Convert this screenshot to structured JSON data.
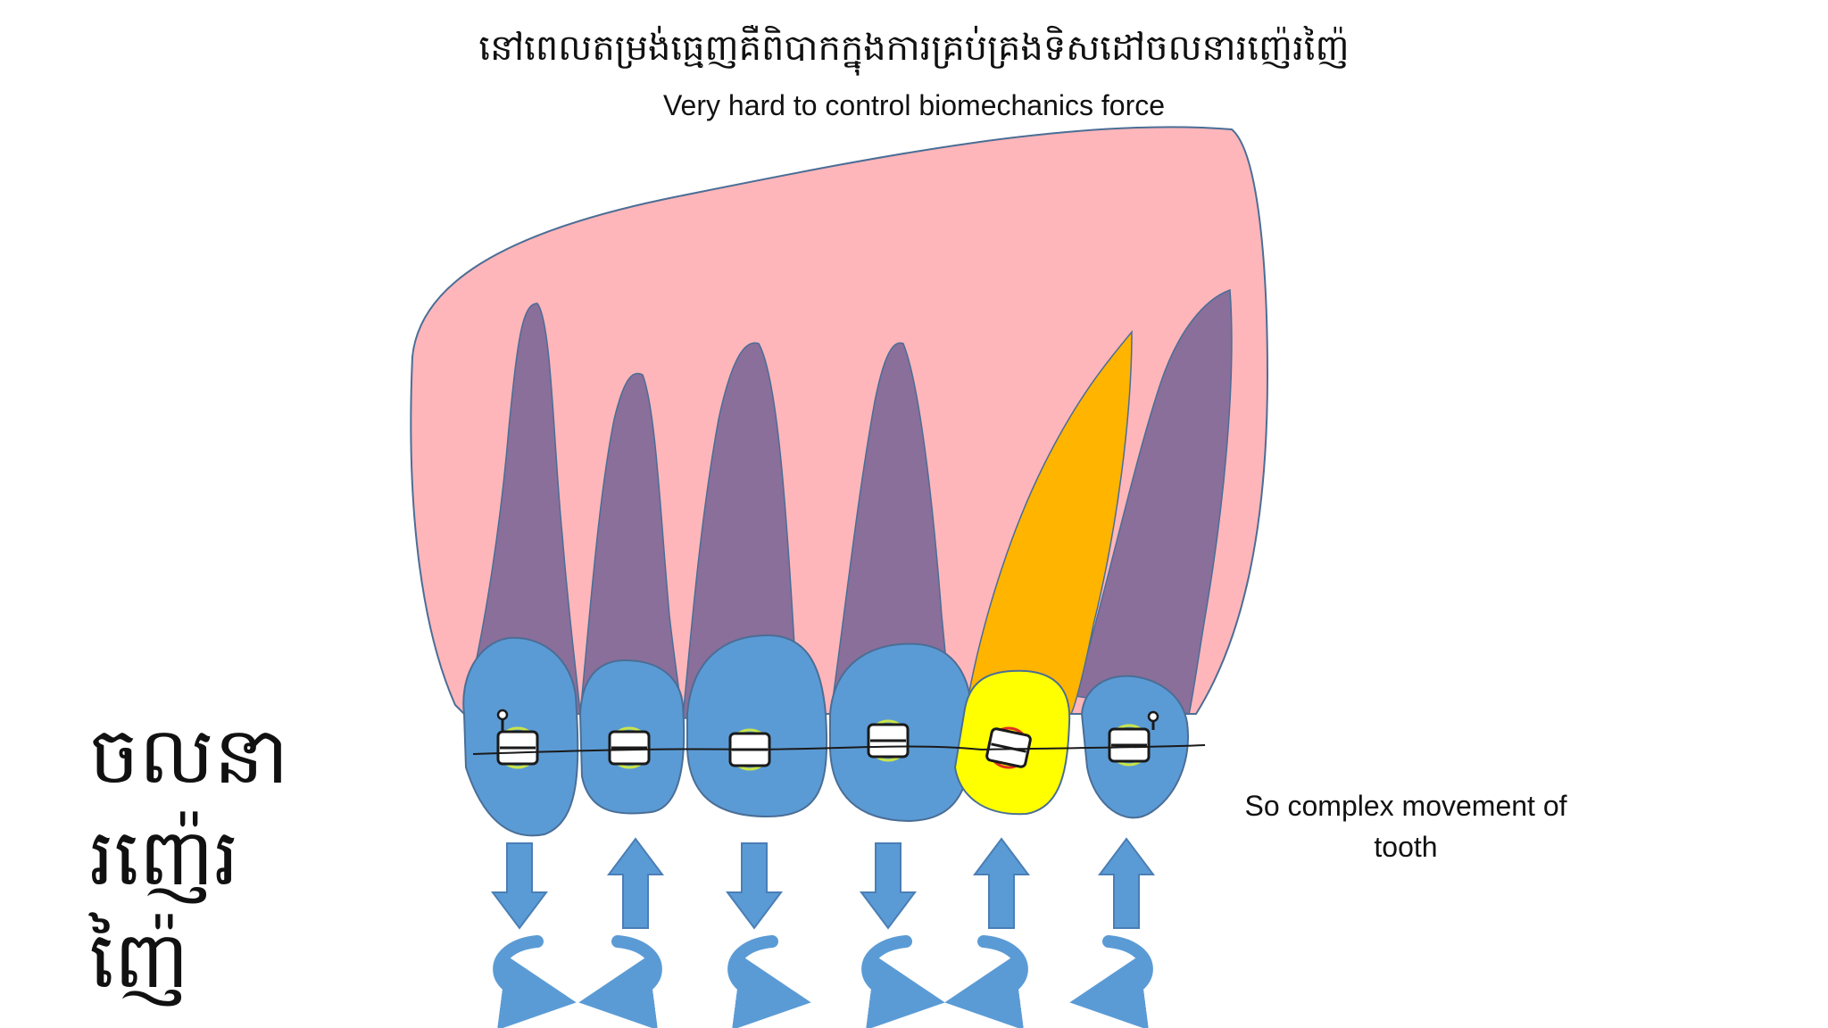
{
  "title_km": "នៅពេលតម្រង់ធ្មេញគឺពិបាកក្នុងការគ្រប់គ្រងទិសដៅចលនារញ៉េរញ៉ៃ",
  "title_en": "Very hard to control biomechanics force",
  "side_label_km": "ចលនា\nរញ៉េរ\nញ៉ៃ",
  "note_en": "So complex movement of tooth",
  "colors": {
    "gum": "#FFB6BA",
    "root": "#8A6F9A",
    "crown": "#5B9BD5",
    "highlight_crown": "#FFFF00",
    "highlight_root": "#FFB400",
    "arrow": "#5B9BD5",
    "wire": "#1a1a1a"
  },
  "teeth": [
    {
      "arrow": "down",
      "rotation": "left"
    },
    {
      "arrow": "up",
      "rotation": "right"
    },
    {
      "arrow": "down",
      "rotation": "left"
    },
    {
      "arrow": "down",
      "rotation": "left"
    },
    {
      "arrow": "up",
      "rotation": "right",
      "highlighted": true
    },
    {
      "arrow": "up",
      "rotation": "right"
    }
  ]
}
